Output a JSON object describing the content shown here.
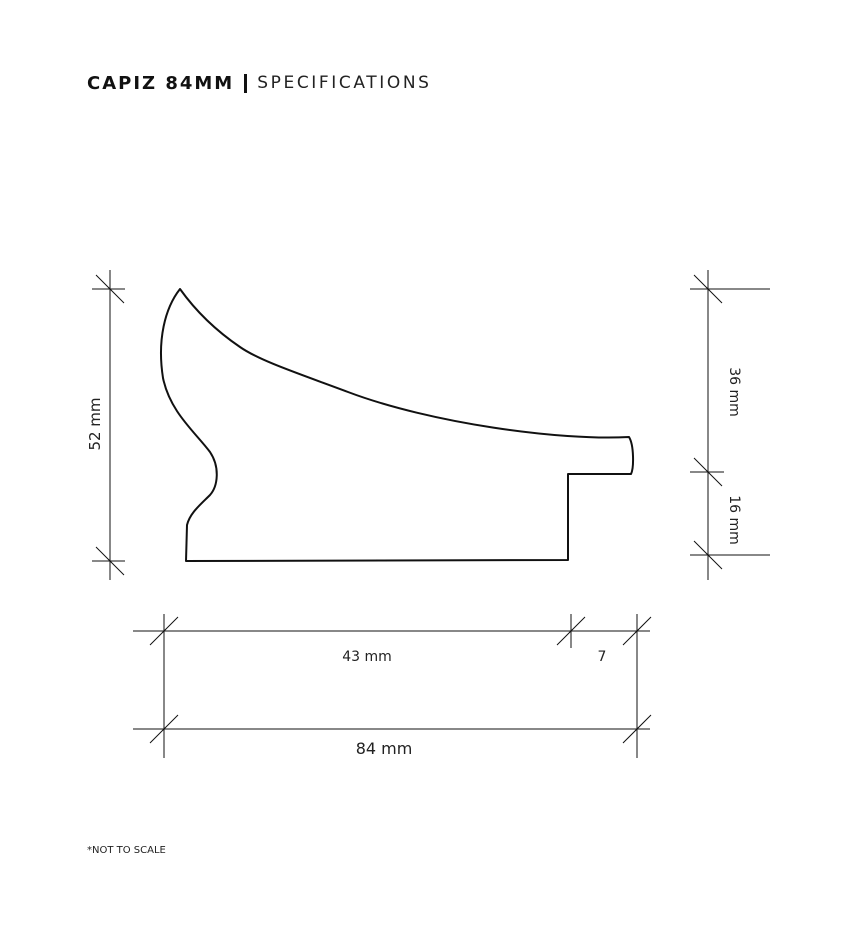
{
  "header": {
    "product_name": "CAPIZ 84MM",
    "section": "SPECIFICATIONS"
  },
  "dimensions": {
    "total_height": "52 mm",
    "upper_height": "36 mm",
    "lower_height": "16 mm",
    "inner_width": "43 mm",
    "lip_width": "7",
    "total_width": "84 mm"
  },
  "footnote": "*NOT TO SCALE",
  "colors": {
    "line": "#111111",
    "text": "#222222",
    "background": "#ffffff"
  }
}
